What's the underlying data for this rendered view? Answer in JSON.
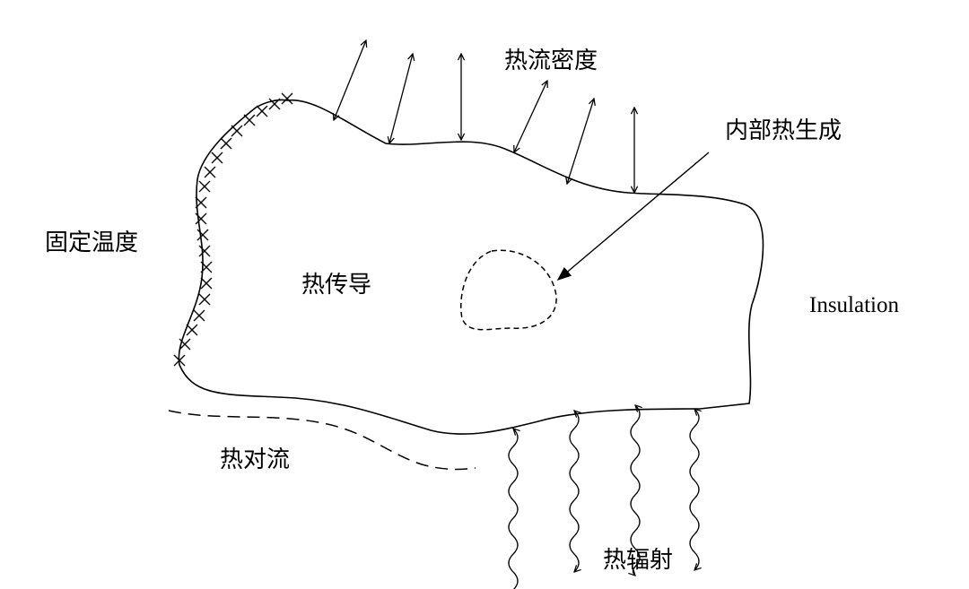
{
  "labels": {
    "heat_flux": "热流密度",
    "internal_heat_generation": "内部热生成",
    "fixed_temperature": "固定温度",
    "heat_conduction": "热传导",
    "insulation": "Insulation",
    "heat_convection": "热对流",
    "heat_radiation": "热辐射"
  },
  "colors": {
    "stroke": "#000000",
    "background": "#ffffff"
  }
}
